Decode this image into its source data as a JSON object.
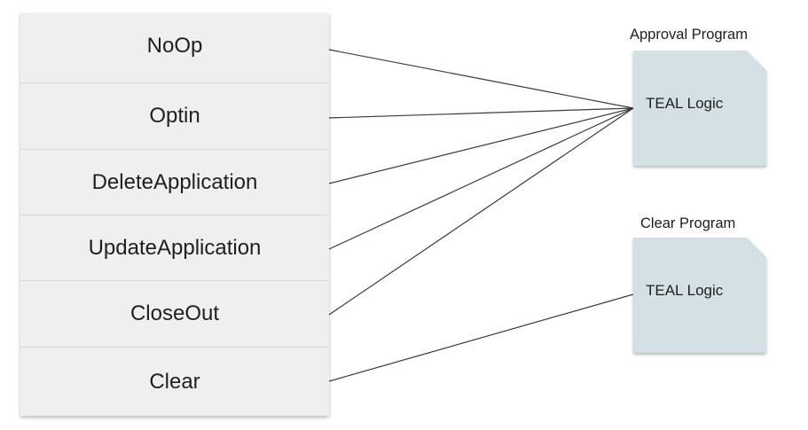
{
  "call_types": [
    {
      "label": "NoOp"
    },
    {
      "label": "Optin"
    },
    {
      "label": "DeleteApplication"
    },
    {
      "label": "UpdateApplication"
    },
    {
      "label": "CloseOut"
    },
    {
      "label": "Clear"
    }
  ],
  "approval_program": {
    "title": "Approval Program",
    "body": "TEAL Logic"
  },
  "clear_program": {
    "title": "Clear Program",
    "body": "TEAL Logic"
  },
  "connections": [
    {
      "from": "NoOp",
      "to": "Approval Program"
    },
    {
      "from": "Optin",
      "to": "Approval Program"
    },
    {
      "from": "DeleteApplication",
      "to": "Approval Program"
    },
    {
      "from": "UpdateApplication",
      "to": "Approval Program"
    },
    {
      "from": "CloseOut",
      "to": "Approval Program"
    },
    {
      "from": "Clear",
      "to": "Clear Program"
    }
  ],
  "colors": {
    "item_background": "#efefef",
    "program_fill": "#d3e1e5",
    "line": "#3a3a3a"
  }
}
